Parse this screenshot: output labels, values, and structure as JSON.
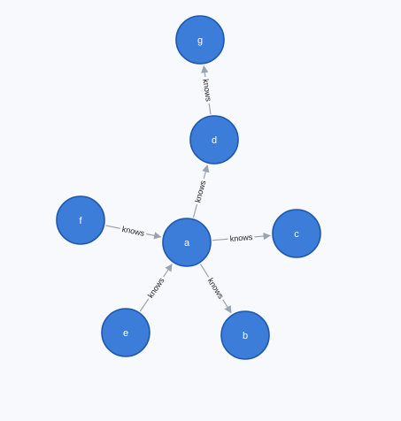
{
  "graph": {
    "colors": {
      "background": "#f7f9fd",
      "node_fill": "#3b7dd8",
      "node_stroke": "#1f57ad",
      "edge": "#9aa3b0",
      "label": "#222222"
    },
    "nodes": [
      {
        "id": "g",
        "label": "g"
      },
      {
        "id": "d",
        "label": "d"
      },
      {
        "id": "f",
        "label": "f"
      },
      {
        "id": "a",
        "label": "a"
      },
      {
        "id": "c",
        "label": "c"
      },
      {
        "id": "e",
        "label": "e"
      },
      {
        "id": "b",
        "label": "b"
      }
    ],
    "edges": [
      {
        "source": "a",
        "target": "d",
        "label": "knows"
      },
      {
        "source": "d",
        "target": "g",
        "label": "knows"
      },
      {
        "source": "f",
        "target": "a",
        "label": "knows"
      },
      {
        "source": "a",
        "target": "c",
        "label": "knows"
      },
      {
        "source": "e",
        "target": "a",
        "label": "knows"
      },
      {
        "source": "a",
        "target": "b",
        "label": "knows"
      }
    ]
  }
}
